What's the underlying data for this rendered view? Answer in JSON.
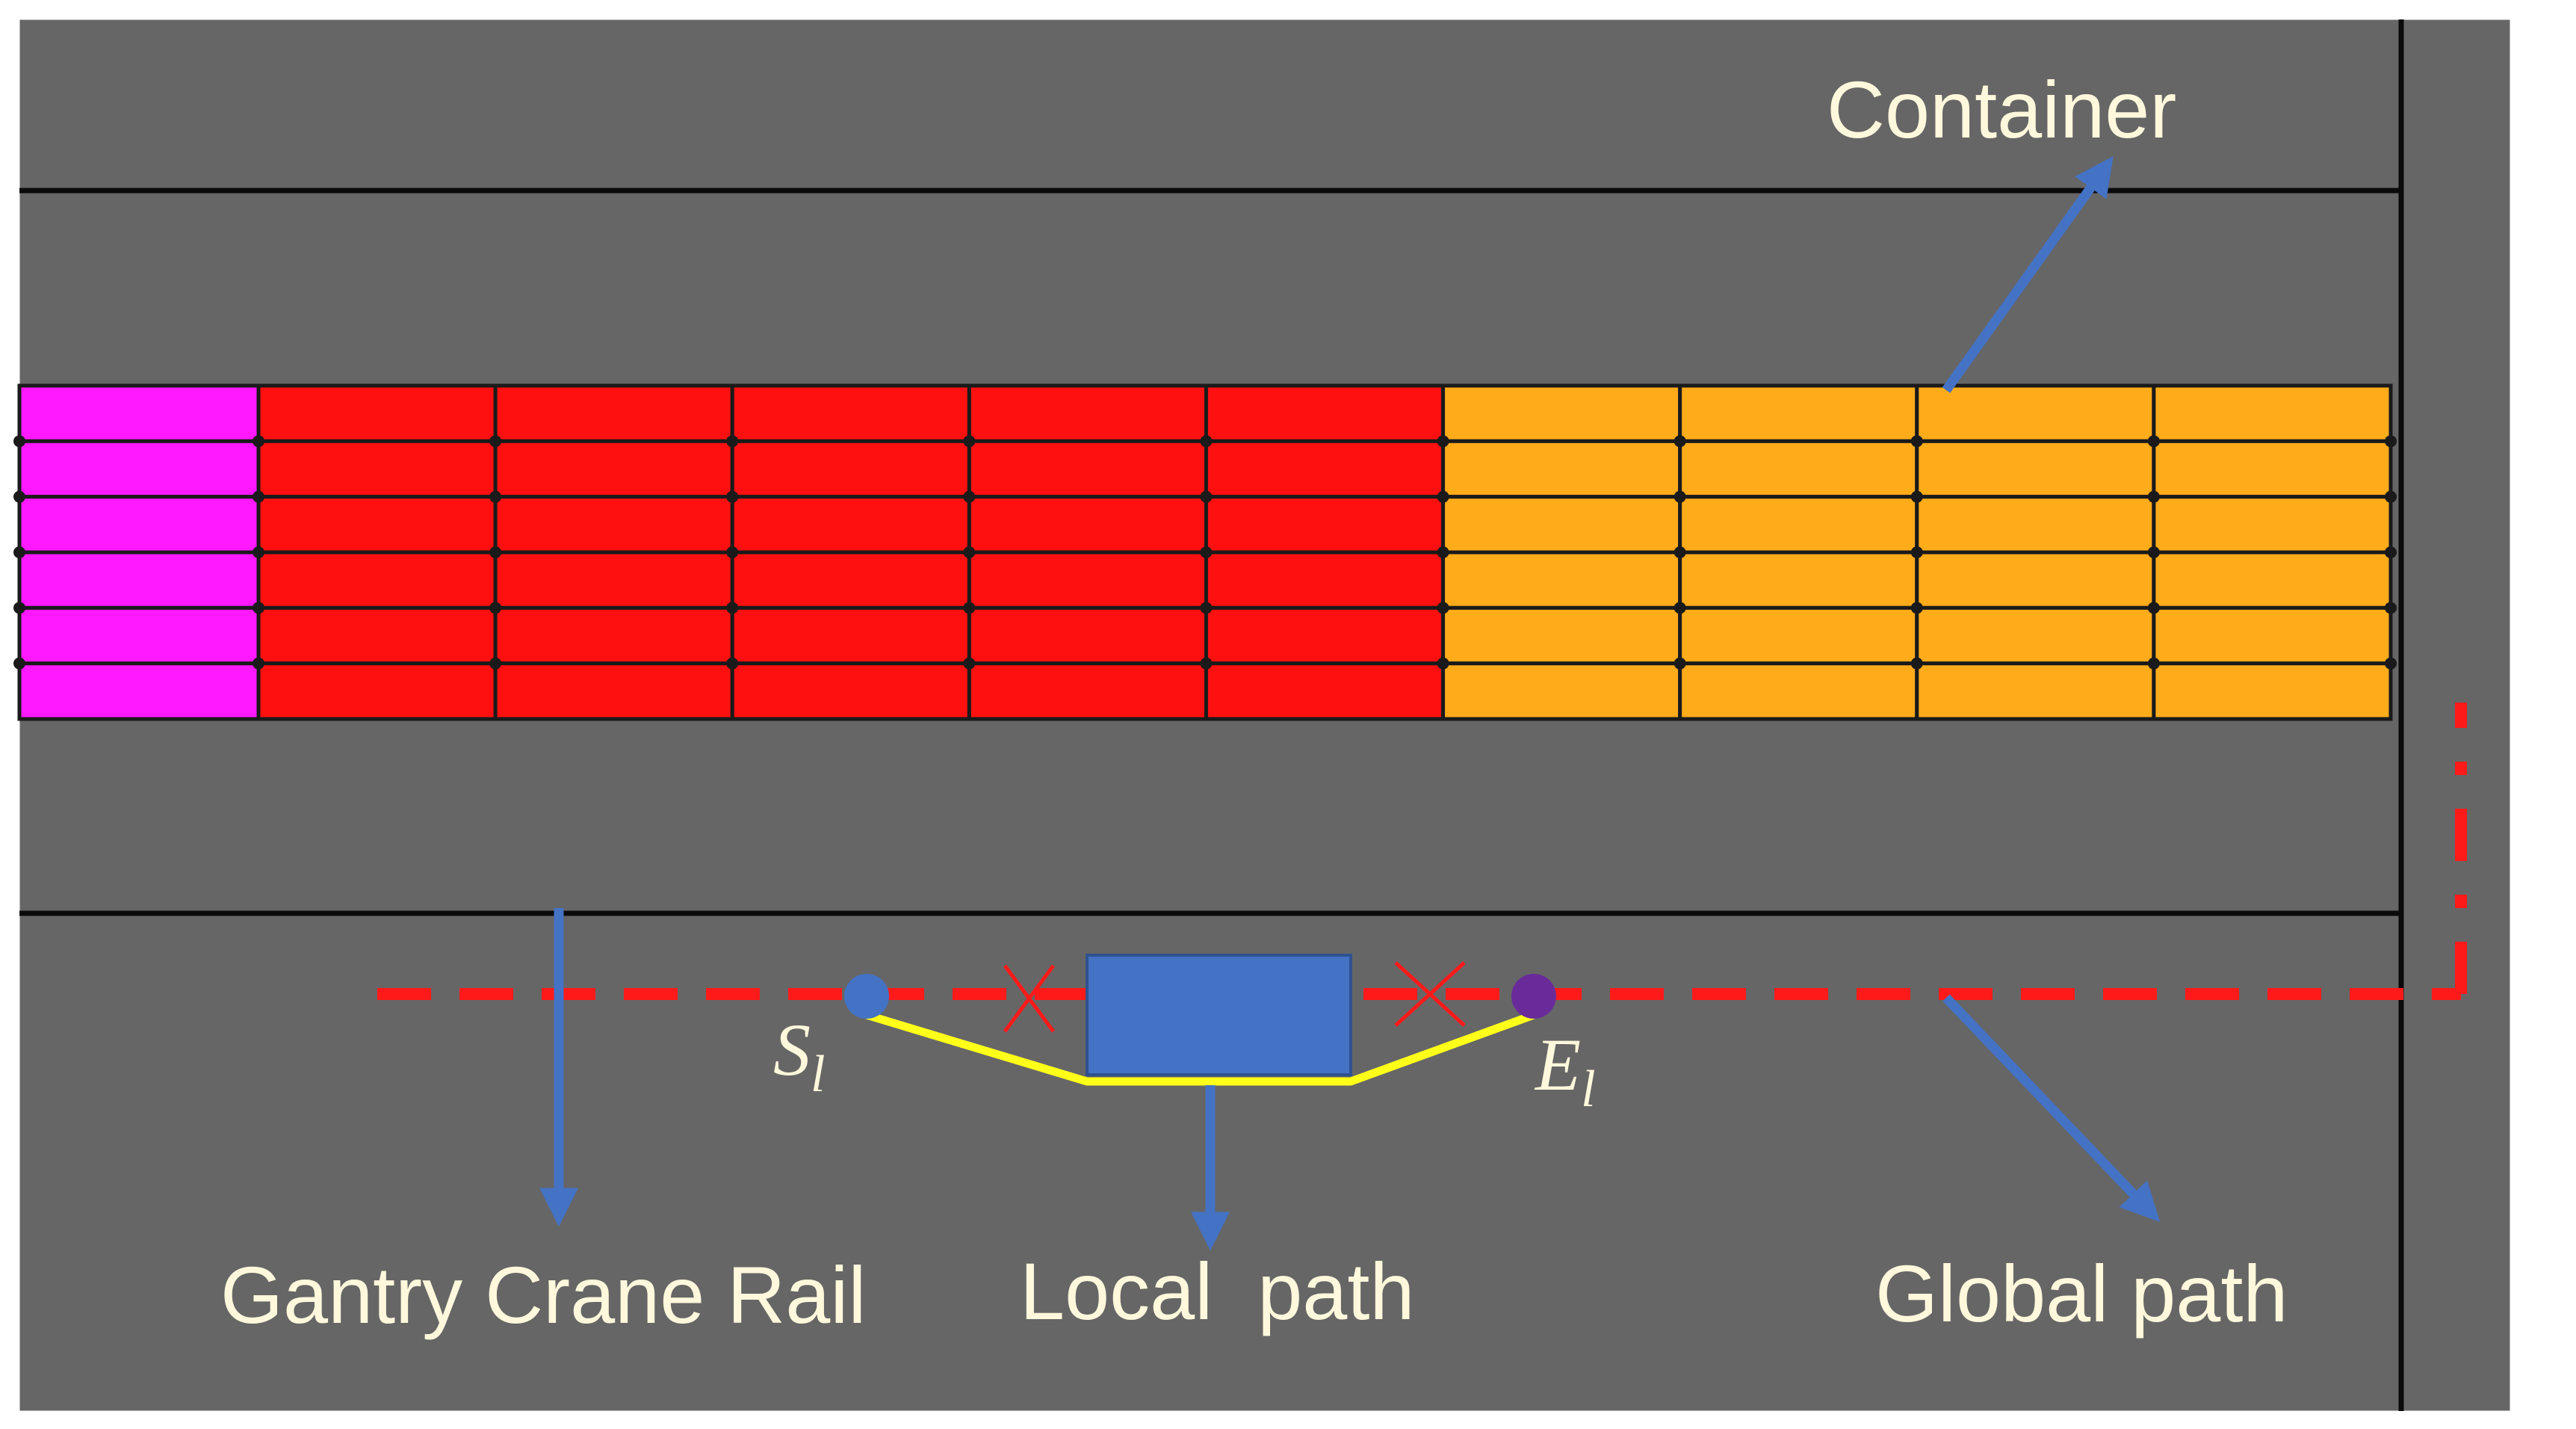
{
  "labels": {
    "container": "Container",
    "rail": "Gantry Crane Rail",
    "local_path": "Local  path",
    "global_path": "Global path",
    "start_main": "S",
    "start_sub": "l",
    "end_main": "E",
    "end_sub": "l"
  },
  "colors": {
    "background": "#666666",
    "border": "#ffffff",
    "lane_line": "#0a0a0a",
    "container_magenta": "#ff19ff",
    "container_red": "#ff1010",
    "container_orange": "#ffab1a",
    "container_outline": "#1a1a1a",
    "arrow": "#4472c4",
    "global_path": "#ff1a1a",
    "local_path": "#ffff1a",
    "obstacle": "#4472c4",
    "start_point": "#4472c4",
    "end_point": "#6a2b9a",
    "blocked_mark": "#ff1a1a",
    "text": "#fff8dc"
  },
  "container_block": {
    "rows": 6,
    "column_colors": [
      "magenta",
      "red",
      "red",
      "red",
      "red",
      "red",
      "orange",
      "orange",
      "orange",
      "orange"
    ]
  }
}
